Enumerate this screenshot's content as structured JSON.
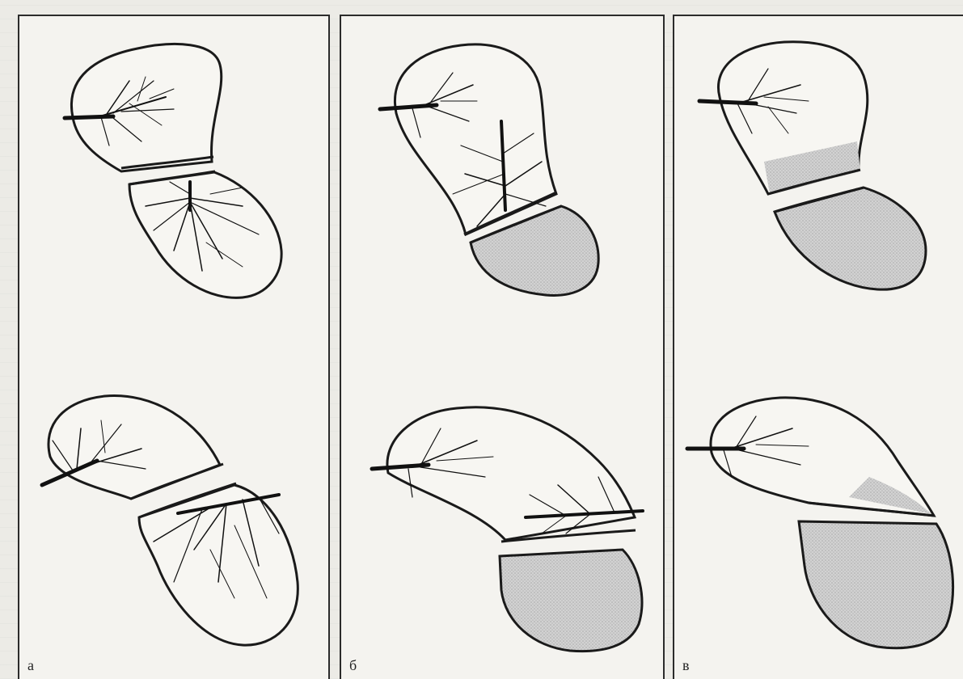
{
  "figure": {
    "panels": [
      {
        "id": "a",
        "label": "а"
      },
      {
        "id": "b",
        "label": "б"
      },
      {
        "id": "c",
        "label": "в"
      }
    ]
  },
  "colors": {
    "outline": "#1a1a1a",
    "shaded_zone": "#c9c9c9",
    "panel_bg": "#f4f3ef",
    "page_bg": "#ecebe6"
  }
}
